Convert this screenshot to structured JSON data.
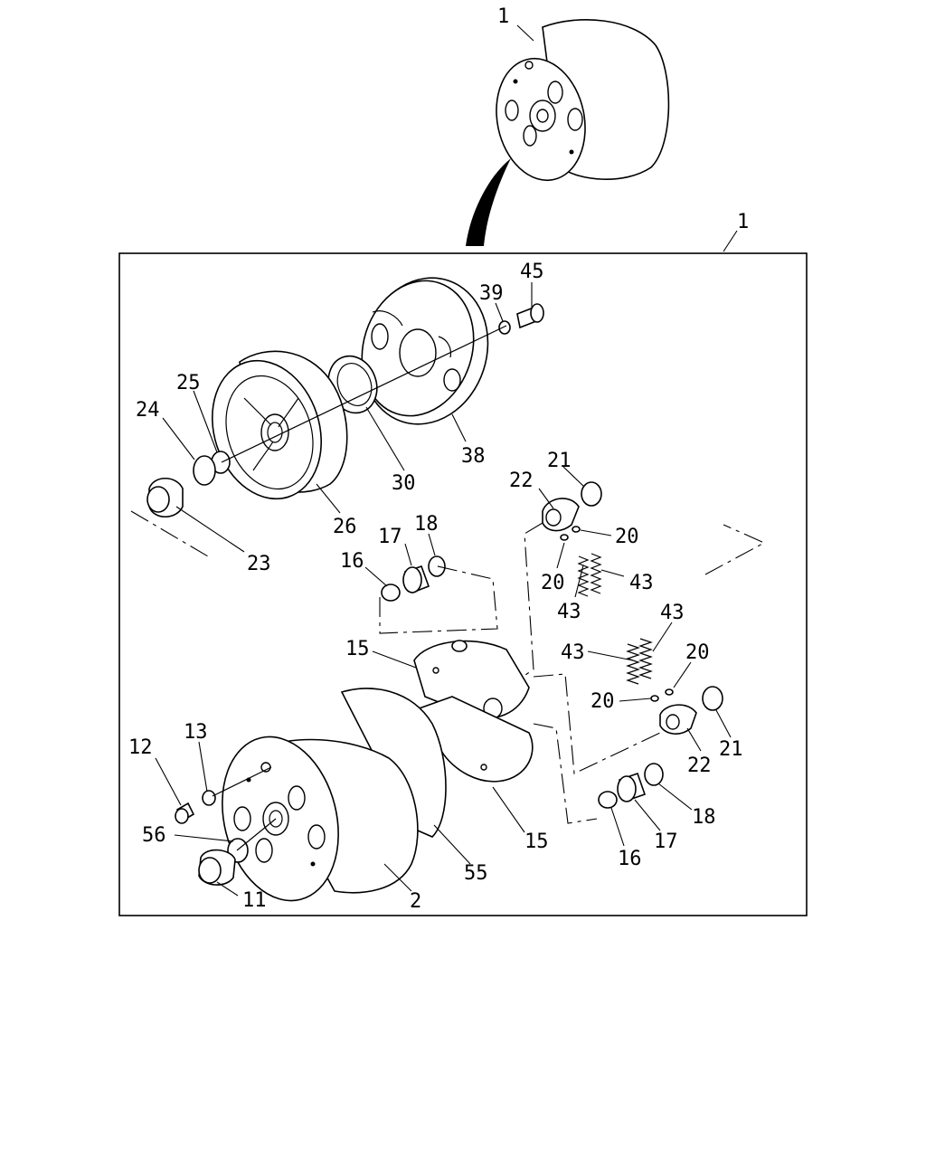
{
  "callouts": {
    "c1_top": "1",
    "c1_box": "1",
    "c45": "45",
    "c39": "39",
    "c25": "25",
    "c24": "24",
    "c30": "30",
    "c38": "38",
    "c21_a": "21",
    "c22_a": "22",
    "c20_a": "20",
    "c20_b": "20",
    "c43_a": "43",
    "c43_b": "43",
    "c26": "26",
    "c23": "23",
    "c17_a": "17",
    "c18_a": "18",
    "c16_a": "16",
    "c15_a": "15",
    "c43_c": "43",
    "c43_d": "43",
    "c20_c": "20",
    "c20_d": "20",
    "c21_b": "21",
    "c22_b": "22",
    "c12": "12",
    "c13": "13",
    "c56": "56",
    "c11": "11",
    "c2": "2",
    "c55": "55",
    "c15_b": "15",
    "c18_b": "18",
    "c17_b": "17",
    "c16_b": "16"
  }
}
